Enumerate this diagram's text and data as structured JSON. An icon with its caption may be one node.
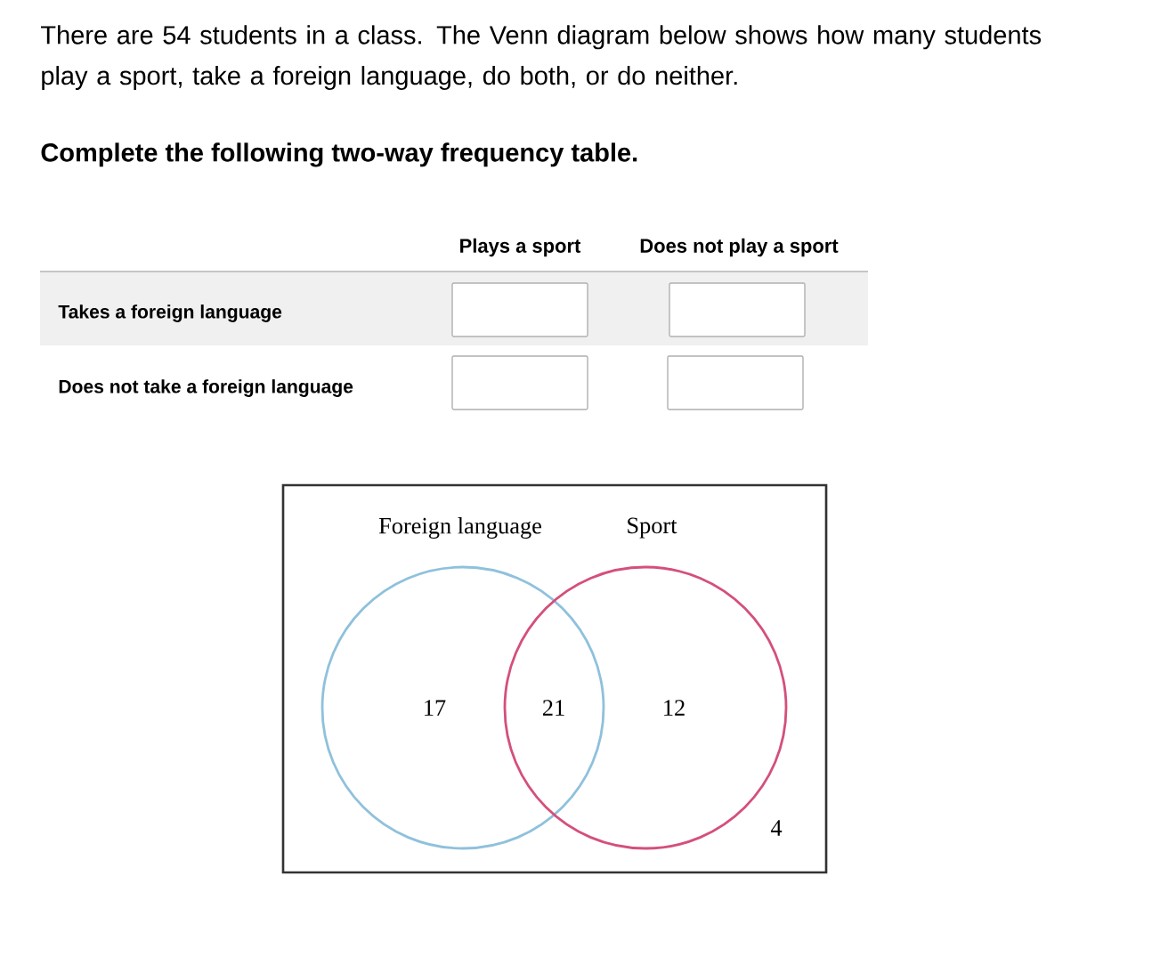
{
  "diagram": {
    "nodes": [
      {
        "text": [
          "4"
        ]
      },
      {
        "text": [
          "Foreign language",
          "17"
        ],
        "in": 0
      },
      {
        "text": [
          "Sport",
          "12"
        ],
        "in": 0
      }
    ],
    "labels": [
      "There are 54 students in a class. The Venn diagram below shows how many students play a sport, take a foreign language, do both, or do neither.",
      "Complete the following two-way frequency table.",
      "Plays a sport",
      "Does not play a sport",
      "Takes a foreign language",
      "Does not take a foreign language",
      "21"
    ]
  }
}
